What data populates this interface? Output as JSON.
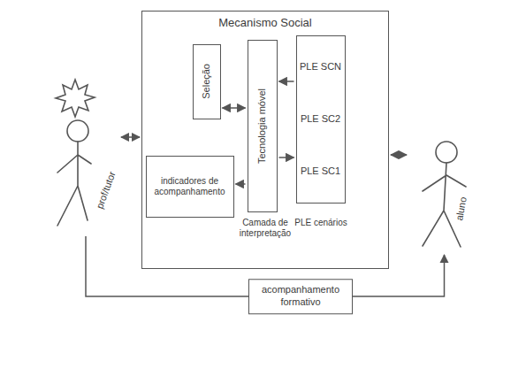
{
  "diagram": {
    "nodes": [
      {
        "text": [
          "Mecanismo Social"
        ]
      },
      {
        "text": [
          "Seleção"
        ],
        "in": 0
      },
      {
        "text": [
          "Tecnologia móvel"
        ],
        "in": 0
      },
      {
        "text": [
          "PLE SCN",
          "PLE SC2",
          "PLE SC1"
        ],
        "in": 0
      },
      {
        "text": [
          "indicadores de acompanhamento"
        ],
        "in": 0
      },
      {
        "text": [
          "prof/tutor"
        ]
      },
      {
        "text": [
          "aluno"
        ]
      }
    ],
    "edges": [
      {
        "from": 5,
        "to": 0,
        "arrow": "both"
      },
      {
        "from": 1,
        "to": 2,
        "arrow": "both"
      },
      {
        "from": 3,
        "to": 2,
        "arrow": "to"
      },
      {
        "from": 2,
        "to": 3,
        "arrow": "to"
      },
      {
        "from": 2,
        "to": 4,
        "arrow": "to"
      },
      {
        "from": 0,
        "to": 6,
        "arrow": "both"
      },
      {
        "from": 5,
        "to": 6,
        "label": "acompanhamento formativo",
        "arrow": "to"
      }
    ],
    "labels": [
      "Camada de interpretação",
      "PLE cenários"
    ]
  }
}
